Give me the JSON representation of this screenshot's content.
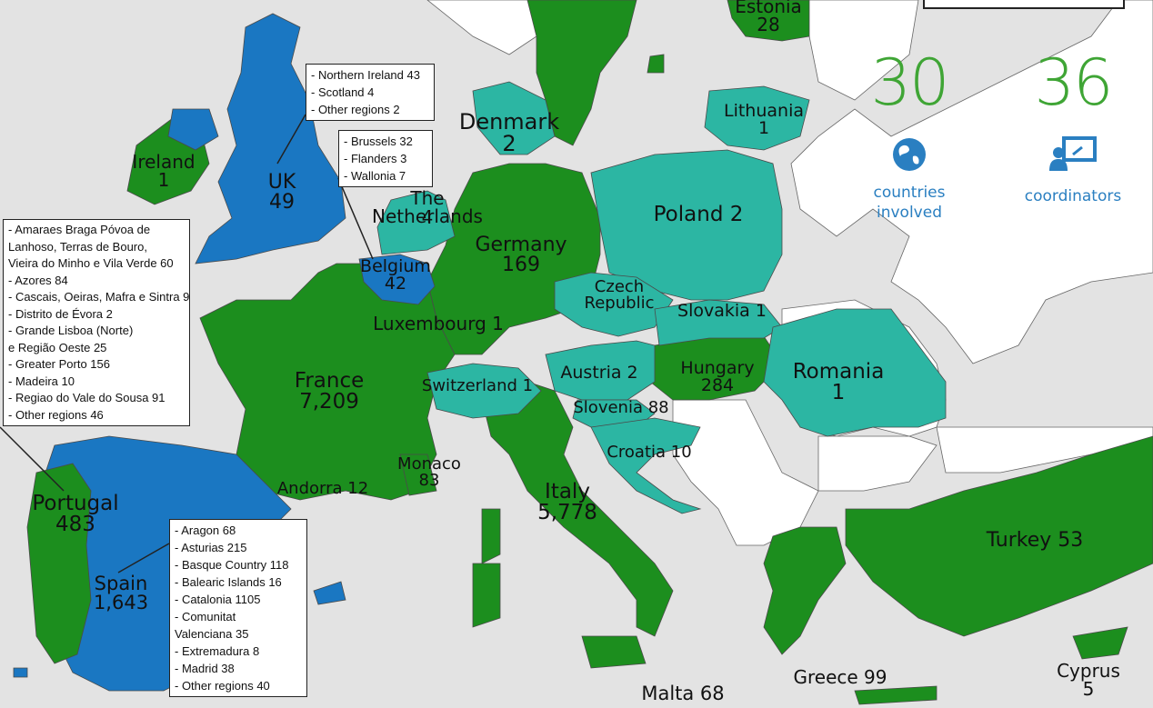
{
  "colors": {
    "sea": "#e3e3e3",
    "green": "#1c8e1e",
    "teal": "#2cb6a3",
    "blue": "#1a77c2",
    "white": "#ffffff",
    "accent_green": "#3fa535",
    "accent_blue": "#2a7fc1"
  },
  "stats": {
    "countries_value": "30",
    "countries_label_1": "countries",
    "countries_label_2": "involved",
    "coordinators_value": "36",
    "coordinators_label": "coordinators",
    "countries_icon": "globe-icon",
    "coordinators_icon": "presenter-icon"
  },
  "countries": [
    {
      "name": "Estonia",
      "value": "28"
    },
    {
      "name": "Lithuania",
      "value": "1"
    },
    {
      "name": "Denmark",
      "value": "2"
    },
    {
      "name": "Ireland",
      "value": "1"
    },
    {
      "name": "UK",
      "value": "49"
    },
    {
      "name": "The",
      "value": "Netherlands"
    },
    {
      "name": "",
      "value": "4"
    },
    {
      "name": "Poland 2",
      "value": ""
    },
    {
      "name": "Germany",
      "value": "169"
    },
    {
      "name": "Belgium",
      "value": "42"
    },
    {
      "name": "Czech",
      "value": "Republic"
    },
    {
      "name": "Slovakia 1",
      "value": ""
    },
    {
      "name": "Luxembourg 1",
      "value": ""
    },
    {
      "name": "France",
      "value": "7,209"
    },
    {
      "name": "Austria 2",
      "value": ""
    },
    {
      "name": "Hungary",
      "value": "284"
    },
    {
      "name": "Romania",
      "value": "1"
    },
    {
      "name": "Switzerland 1",
      "value": ""
    },
    {
      "name": "Slovenia 88",
      "value": ""
    },
    {
      "name": "Croatia 10",
      "value": ""
    },
    {
      "name": "Monaco",
      "value": "83"
    },
    {
      "name": "Andorra 12",
      "value": ""
    },
    {
      "name": "Italy",
      "value": "5,778"
    },
    {
      "name": "Portugal",
      "value": "483"
    },
    {
      "name": "Spain",
      "value": "1,643"
    },
    {
      "name": "Turkey 53",
      "value": ""
    },
    {
      "name": "Greece 99",
      "value": ""
    },
    {
      "name": "Cyprus",
      "value": "5"
    },
    {
      "name": "Malta 68",
      "value": ""
    }
  ],
  "uk_regions": [
    "- Northern Ireland 43",
    "- Scotland 4",
    "- Other regions 2"
  ],
  "belgium_regions": [
    "- Brussels 32",
    "- Flanders 3",
    "- Wallonia 7"
  ],
  "portugal_regions": [
    "- Amaraes Braga Póvoa de",
    "Lanhoso, Terras de Bouro,",
    "Vieira do Minho e Vila Verde 60",
    "- Azores 84",
    "- Cascais, Oeiras, Mafra e Sintra 9",
    "- Distrito de Évora 2",
    "- Grande Lisboa (Norte)",
    "e Região Oeste 25",
    "- Greater Porto 156",
    "- Madeira 10",
    "- Regiao do Vale do Sousa 91",
    "- Other regions 46"
  ],
  "spain_regions": [
    "- Aragon 68",
    "- Asturias 215",
    "- Basque Country 118",
    "- Balearic Islands 16",
    "- Catalonia 1105",
    "- Comunitat",
    "Valenciana 35",
    "- Extremadura 8",
    "- Madrid 38",
    "- Other regions 40"
  ]
}
